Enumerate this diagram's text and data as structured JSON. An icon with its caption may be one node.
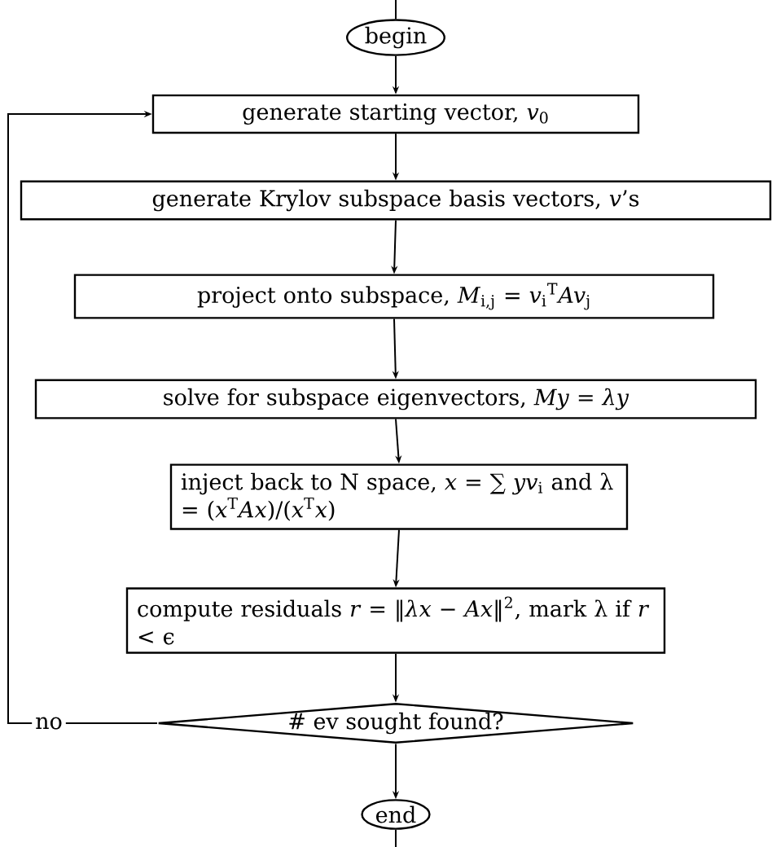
{
  "diagram": {
    "nodes": [
      {
        "text": [
          "begin"
        ]
      },
      {
        "text": [
          "generate starting vector, *v*$_{0}$"
        ]
      },
      {
        "text": [
          "generate Krylov subspace basis vectors, *v*’s"
        ]
      },
      {
        "text": [
          "project onto subspace, *M*$_{i,j}$ = *v*$_{i}$$^{T}$*Av*$_{j}$"
        ]
      },
      {
        "text": [
          "solve for subspace eigenvectors, *My* = *λy*"
        ]
      },
      {
        "text": [
          "inject back to N space, *x* = ∑ *yv*$_{i}$ and λ = (*x*$^{T}$*Ax*)/(*x*$^{T}$*x*)"
        ]
      },
      {
        "text": [
          "compute residuals *r* = ‖*λx* − *Ax*‖$^{2}$, mark λ if *r* < ϵ"
        ]
      },
      {
        "text": [
          "# ev sought found?"
        ]
      },
      {
        "text": [
          "end"
        ]
      }
    ],
    "edges": [
      {
        "from": null,
        "to": 0,
        "arrow": "none"
      },
      {
        "from": 0,
        "to": 1,
        "arrow": "to"
      },
      {
        "from": 1,
        "to": 2,
        "arrow": "to"
      },
      {
        "from": 2,
        "to": 3,
        "arrow": "to"
      },
      {
        "from": 3,
        "to": 4,
        "arrow": "to"
      },
      {
        "from": 4,
        "to": 5,
        "arrow": "to"
      },
      {
        "from": 5,
        "to": 6,
        "arrow": "to"
      },
      {
        "from": 6,
        "to": 7,
        "arrow": "to"
      },
      {
        "from": 7,
        "to": 8,
        "arrow": "to"
      },
      {
        "from": 7,
        "to": 1,
        "arrow": "to",
        "label": "no"
      },
      {
        "from": 8,
        "to": null,
        "arrow": "none"
      }
    ]
  }
}
